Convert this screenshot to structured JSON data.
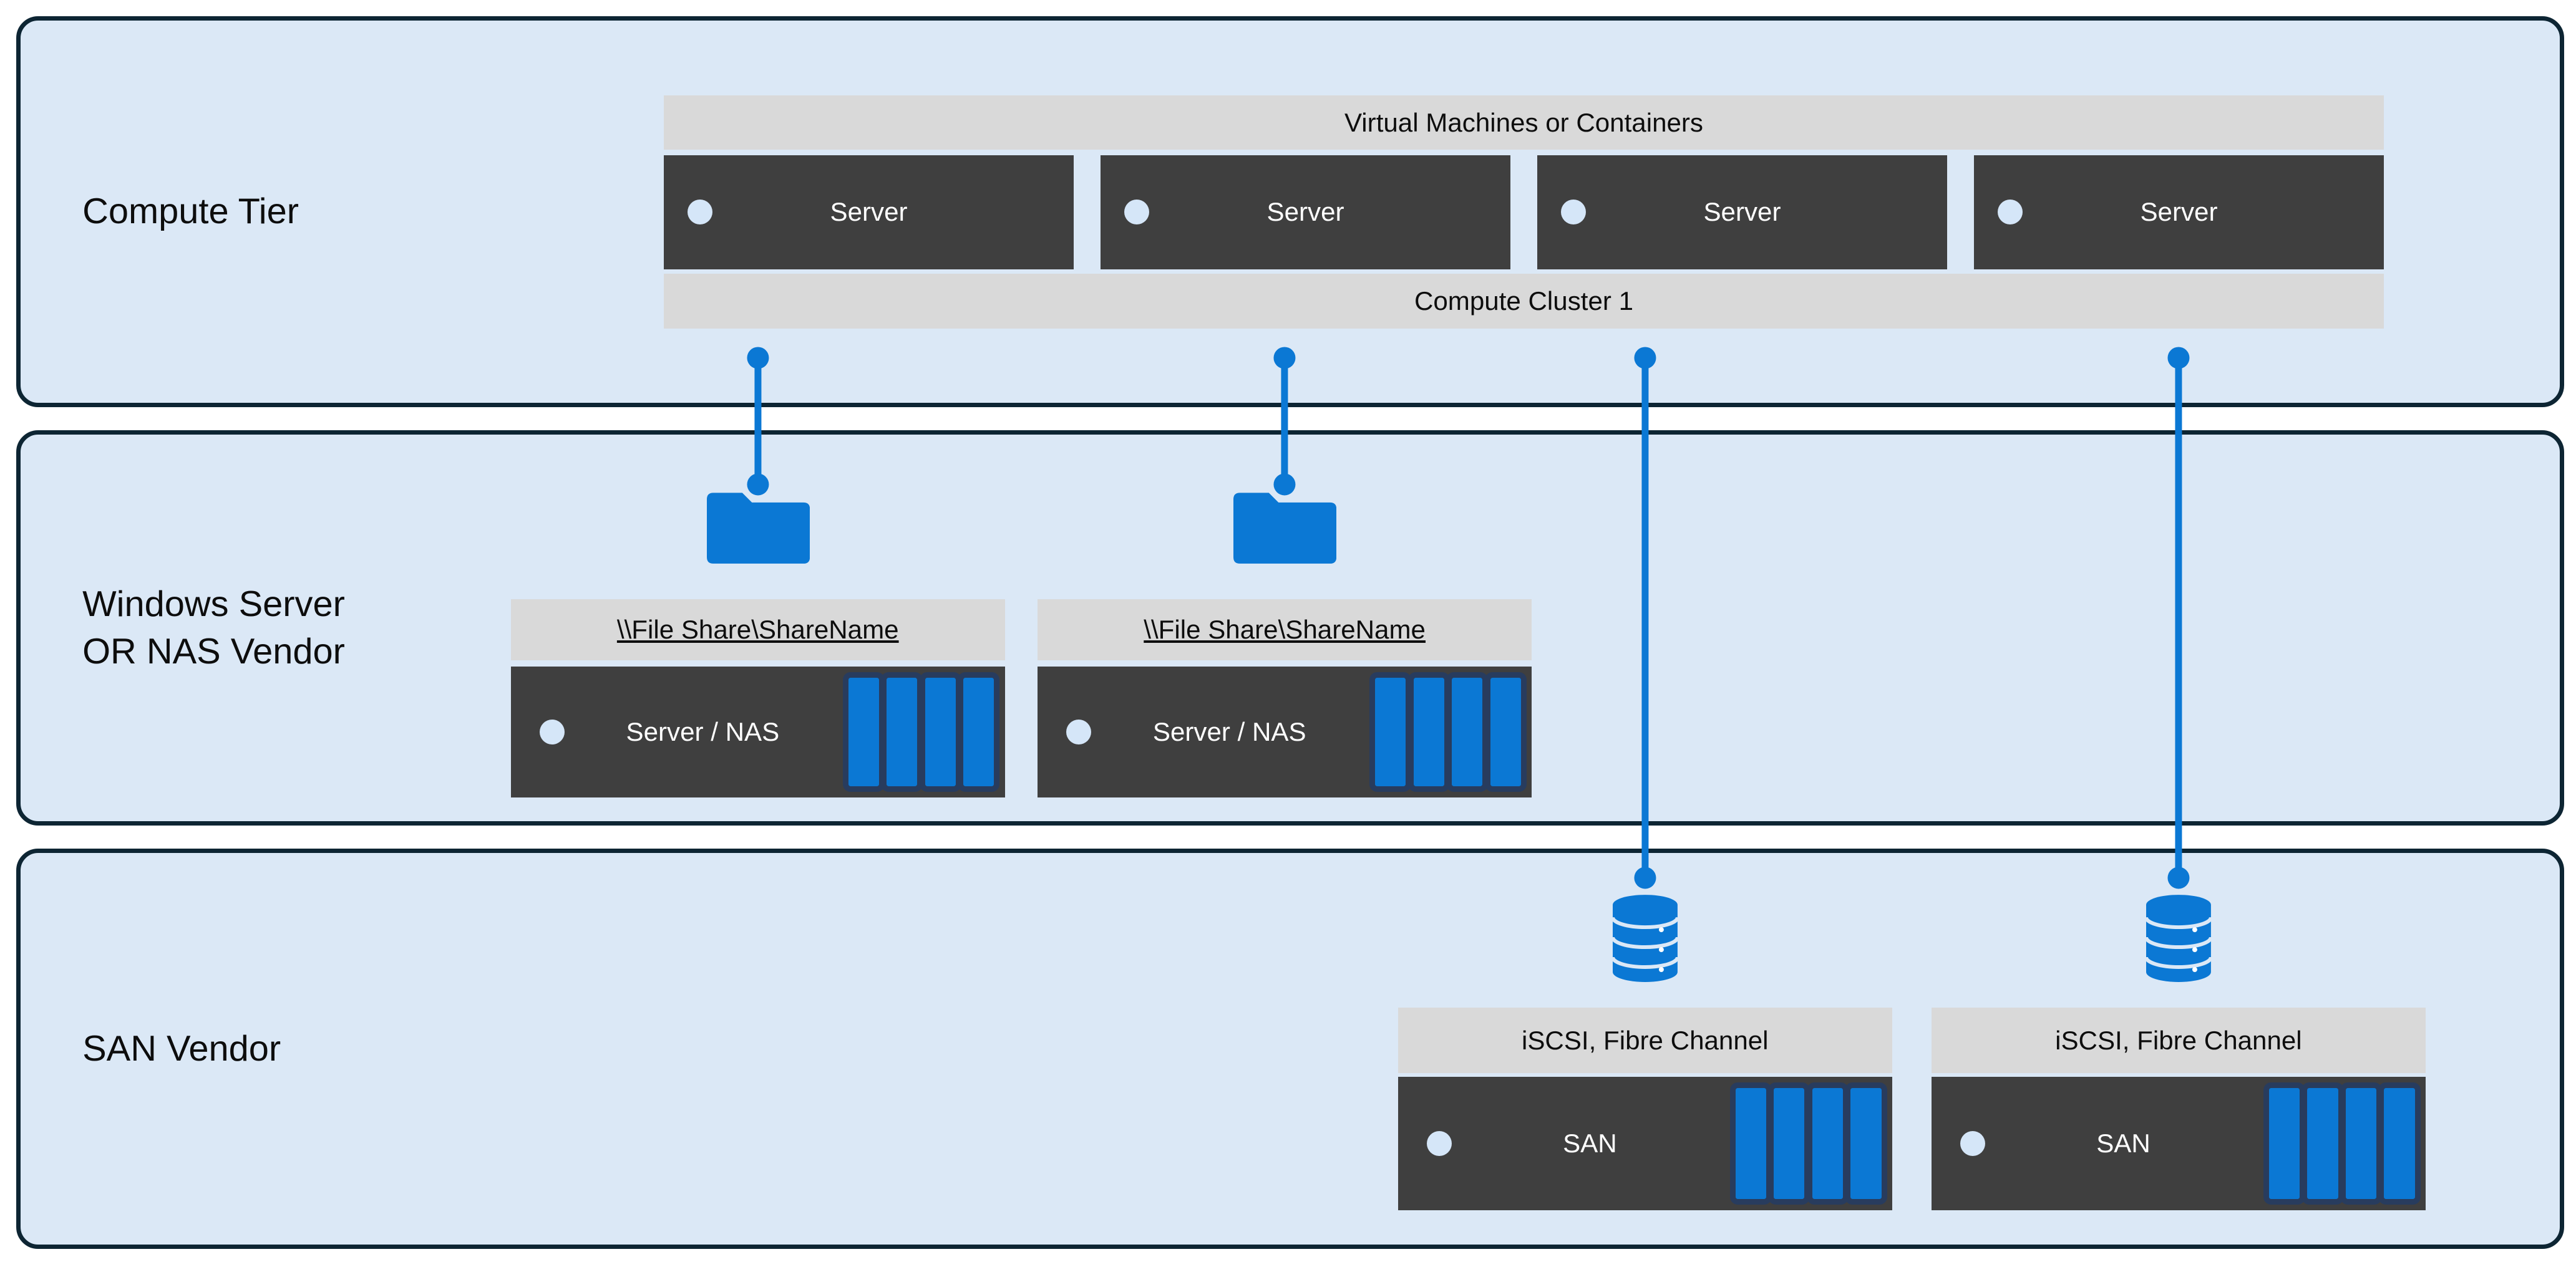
{
  "colors": {
    "accent_blue": "#0b78d4",
    "disk_border_navy": "#283c5e",
    "dark_box": "#3f3f3f",
    "grey_bar": "#d9d9d9",
    "tier_fill": "#dbe8f6",
    "tier_border": "#0d2533",
    "led_dot": "#d5e6f8",
    "text_dark": "#0d0d0d",
    "text_light": "#ffffff",
    "page_bg": "#ffffff"
  },
  "tiers": {
    "compute": {
      "label": "Compute Tier"
    },
    "file": {
      "label": "Windows Server\nOR  NAS Vendor"
    },
    "san": {
      "label": "SAN Vendor"
    }
  },
  "compute": {
    "header": "Virtual Machines or Containers",
    "servers": [
      {
        "label": "Server"
      },
      {
        "label": "Server"
      },
      {
        "label": "Server"
      },
      {
        "label": "Server"
      }
    ],
    "footer": "Compute Cluster 1"
  },
  "file_shares": [
    {
      "header": "\\\\File Share\\ShareName",
      "label": "Server / NAS"
    },
    {
      "header": "\\\\File Share\\ShareName",
      "label": "Server / NAS"
    }
  ],
  "sans": [
    {
      "header": "iSCSI, Fibre Channel",
      "label": "SAN"
    },
    {
      "header": "iSCSI, Fibre Channel",
      "label": "SAN"
    }
  ],
  "icons": {
    "folder": "folder-icon",
    "database": "database-stack-icon",
    "disk_array": "disk-array-icon",
    "led": "status-dot-icon"
  }
}
